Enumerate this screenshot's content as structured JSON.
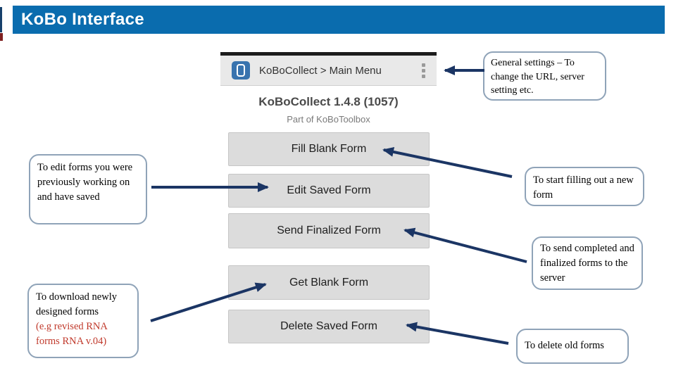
{
  "slide": {
    "title": "KoBo Interface"
  },
  "phone": {
    "app_bar": {
      "title": "KoBoCollect > Main Menu"
    },
    "version_title": "KoBoCollect 1.4.8 (1057)",
    "subtitle": "Part of KoBoToolbox",
    "buttons": [
      "Fill Blank Form",
      "Edit Saved Form",
      "Send Finalized Form",
      "Get Blank Form",
      "Delete Saved Form"
    ]
  },
  "callouts": {
    "general_settings": "General settings – To change the URL, server setting etc.",
    "edit_saved": "To edit forms you were previously working on and have saved",
    "fill_blank": "To start filling out a new form",
    "send_finalized": "To send completed and finalized forms to the server",
    "get_blank_black": "To download newly designed forms",
    "get_blank_red": "(e.g revised RNA forms RNA v.04)",
    "delete_saved": "To delete old forms"
  },
  "colors": {
    "accent": "#0A6CAE",
    "arrow": "#1B3564",
    "callout-border": "#8FA3B8",
    "red-text": "#C0392B",
    "button-bg": "#DCDCDC"
  }
}
